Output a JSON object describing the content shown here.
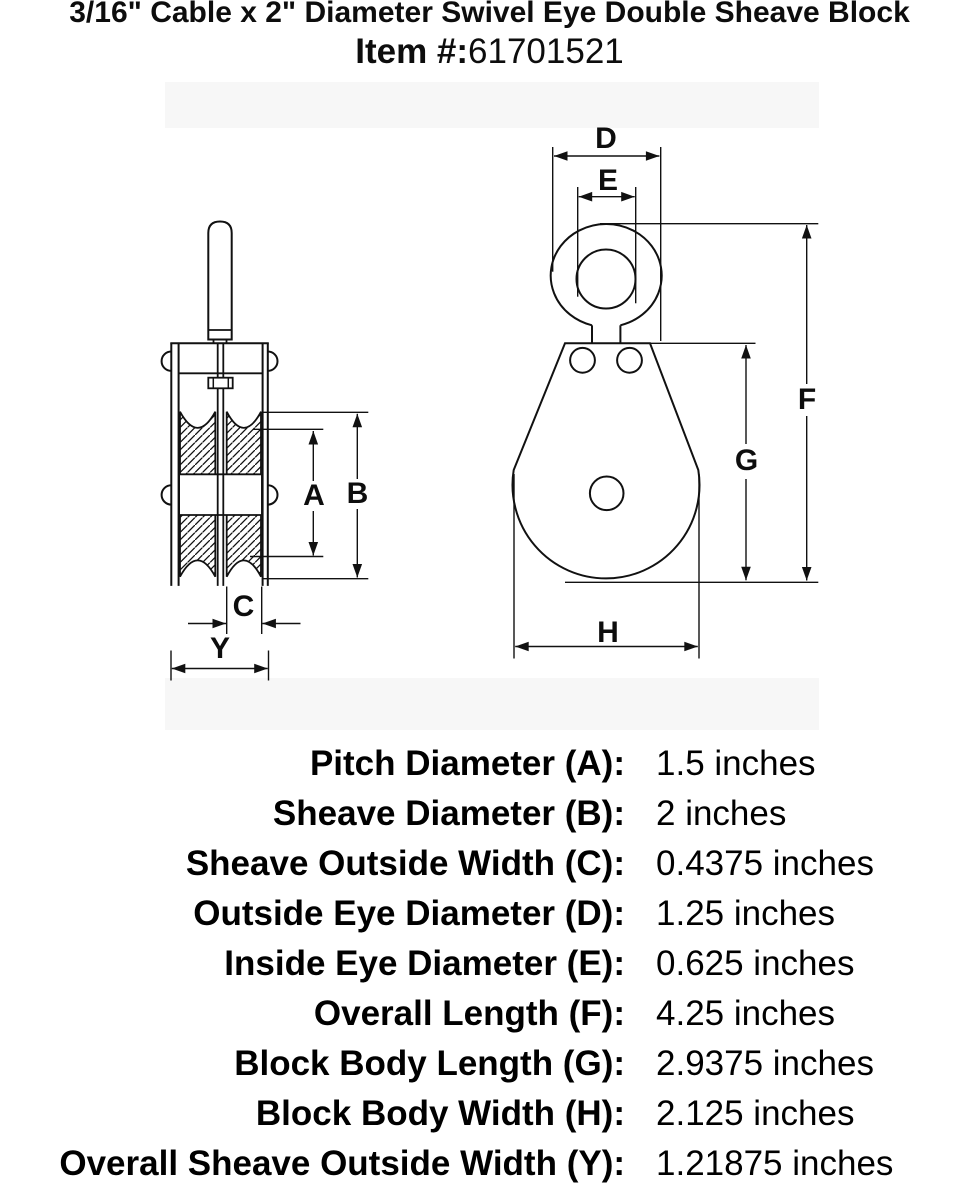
{
  "title": "3/16\" Cable x 2\" Diameter Swivel Eye Double Sheave Block",
  "item": {
    "label": "Item #:",
    "number": "61701521"
  },
  "diagram": {
    "labels": {
      "a": "A",
      "b": "B",
      "c": "C",
      "y": "Y",
      "d": "D",
      "e": "E",
      "f": "F",
      "g": "G",
      "h": "H"
    }
  },
  "specs": {
    "rows": [
      {
        "label": "Pitch Diameter (A):",
        "value": "1.5 inches"
      },
      {
        "label": "Sheave Diameter (B):",
        "value": "2 inches"
      },
      {
        "label": "Sheave Outside Width (C):",
        "value": "0.4375 inches"
      },
      {
        "label": "Outside Eye Diameter (D):",
        "value": "1.25 inches"
      },
      {
        "label": "Inside Eye Diameter (E):",
        "value": "0.625 inches"
      },
      {
        "label": "Overall Length (F):",
        "value": "4.25 inches"
      },
      {
        "label": "Block Body Length (G):",
        "value": "2.9375 inches"
      },
      {
        "label": "Block Body Width (H):",
        "value": "2.125 inches"
      },
      {
        "label": "Overall Sheave Outside Width (Y):",
        "value": "1.21875 inches"
      }
    ]
  }
}
